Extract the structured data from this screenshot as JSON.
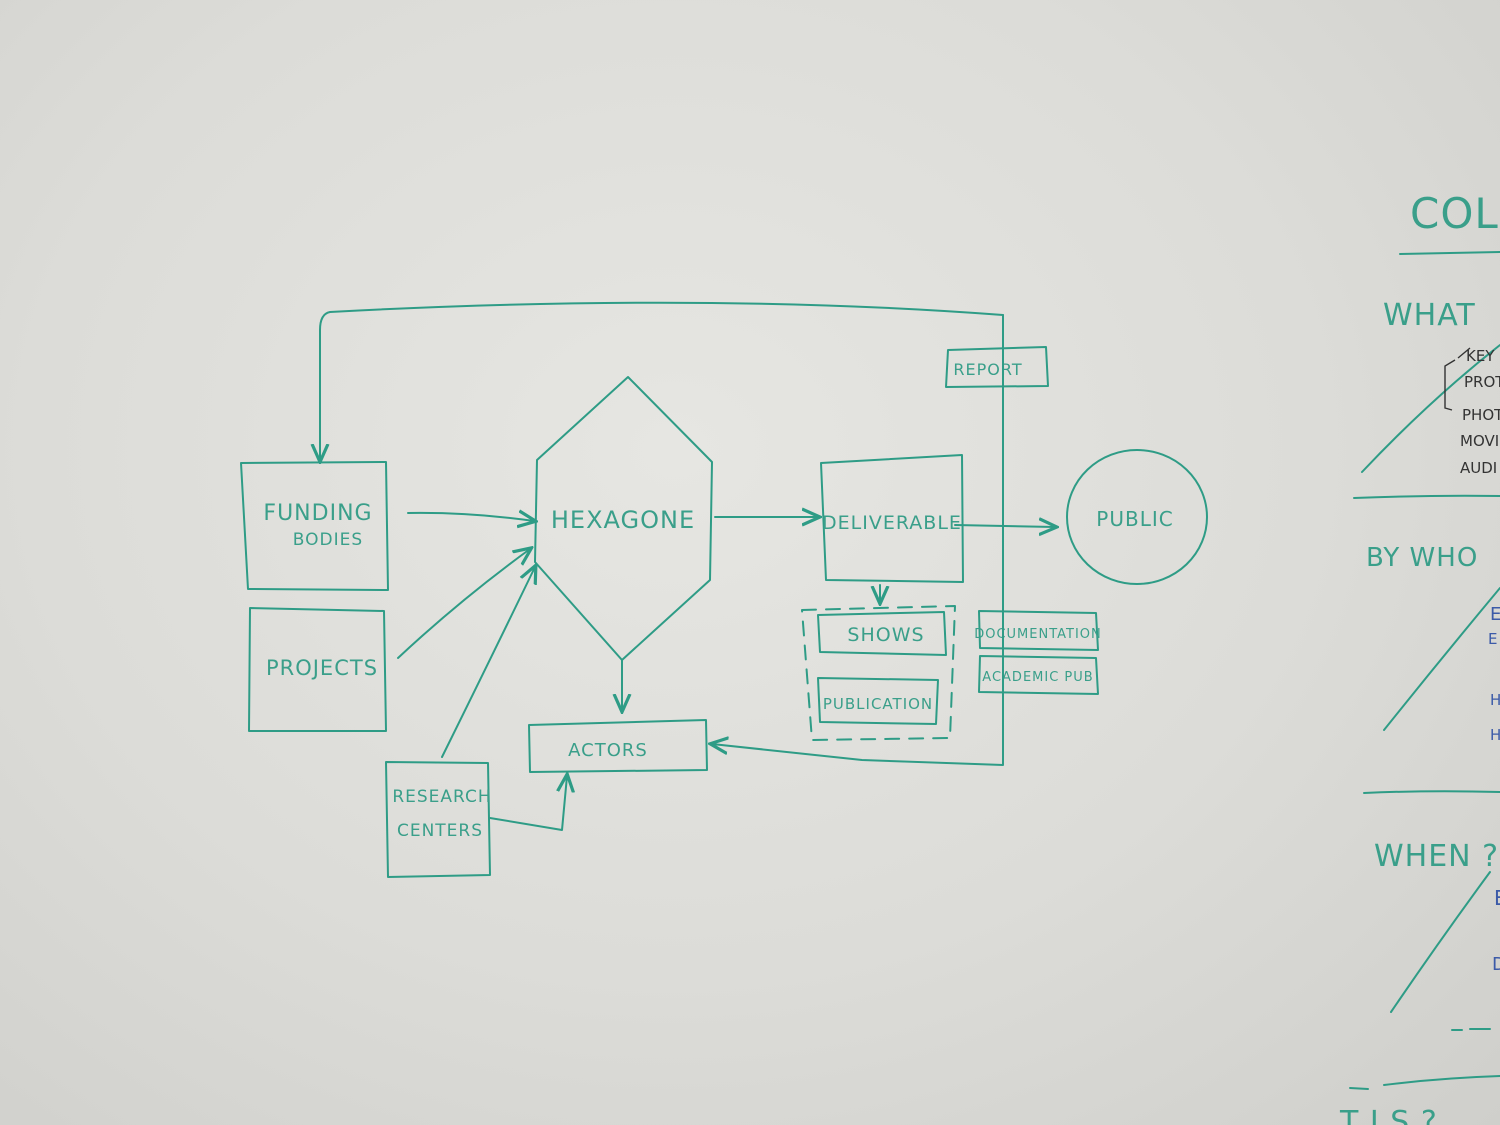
{
  "ink_color": "#2e9c86",
  "board_color": "#dcdcd8",
  "diagram": {
    "nodes": {
      "funding_line1": "FUNDING",
      "funding_line2": "BODIES",
      "projects": "PROJECTS",
      "research_line1": "RESEARCH",
      "research_line2": "CENTERS",
      "hexagone": "HEXAGONE",
      "actors": "ACTORS",
      "deliverable": "DELIVERABLE",
      "shows": "SHOWS",
      "publication": "PUBLICATION",
      "report": "REPORT",
      "documentation": "DOCUMENTATION",
      "academic_pub": "ACADEMIC PUB",
      "public": "PUBLIC"
    }
  },
  "side_panel": {
    "title": "COL",
    "what": "WHAT",
    "what_items": [
      "KEY",
      "PROT",
      "PHOT",
      "MOVI",
      "AUDI"
    ],
    "by_who": "BY WHO",
    "by_who_items": [
      "E",
      "E",
      "H",
      "H"
    ],
    "when": "WHEN ?",
    "when_items": [
      "E",
      "D"
    ],
    "bottom": "T  I S ?"
  }
}
